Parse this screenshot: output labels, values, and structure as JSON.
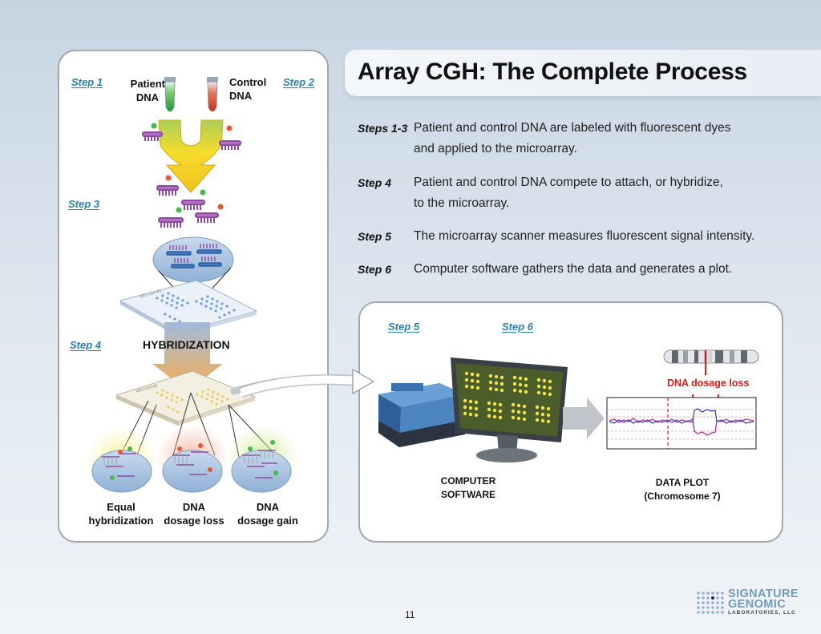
{
  "title": "Array CGH: The Complete Process",
  "descriptions": [
    {
      "step": "Steps 1-3",
      "line1": "Patient and control DNA are labeled with fluorescent dyes",
      "line2": "and applied to the microarray."
    },
    {
      "step": "Step 4",
      "line1": "Patient and control DNA compete to attach, or hybridize,",
      "line2": "to the microarray."
    },
    {
      "step": "Step 5",
      "line1": "The microarray scanner measures fluorescent signal intensity.",
      "line2": ""
    },
    {
      "step": "Step 6",
      "line1": "Computer software gathers the data and generates a plot.",
      "line2": ""
    }
  ],
  "left_diagram": {
    "step1": "Step 1",
    "step2": "Step 2",
    "step3": "Step 3",
    "step4": "Step 4",
    "patient_line1": "Patient",
    "patient_line2": "DNA",
    "control_line1": "Control",
    "control_line2": "DNA",
    "hybridization": "HYBRIDIZATION",
    "microarray_label": "Microarray",
    "results": [
      {
        "line1": "Equal",
        "line2": "hybridization"
      },
      {
        "line1": "DNA",
        "line2": "dosage loss"
      },
      {
        "line1": "DNA",
        "line2": "dosage gain"
      }
    ]
  },
  "right_diagram": {
    "step5": "Step 5",
    "step6": "Step 6",
    "software_line1": "COMPUTER",
    "software_line2": "SOFTWARE",
    "plot_line1": "DATA PLOT",
    "plot_line2": "(Chromosome 7)",
    "dosage_loss": "DNA dosage loss"
  },
  "page_number": "11",
  "logo": {
    "line1": "SIGNATURE",
    "line2": "GENOMIC",
    "line3": "LABORATORIES, LLC"
  },
  "colors": {
    "step_label": "#2a80a8",
    "patient_dye": "#3db24a",
    "control_dye": "#d9452b",
    "funnel": "#f4d21a",
    "loss_marker": "#d4201c",
    "scanner_blue": "#3a75b6",
    "logo_blue": "#6f9cba"
  }
}
